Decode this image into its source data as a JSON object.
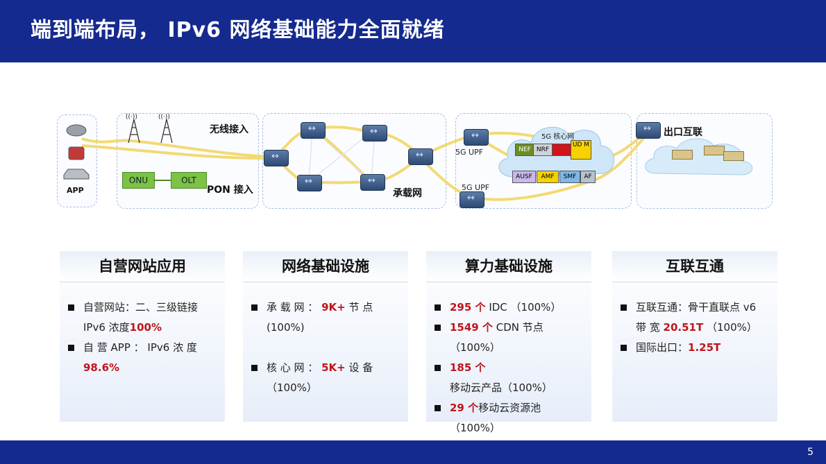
{
  "page": {
    "title": "端到端布局， IPv6 网络基础能力全面就绪",
    "page_number": "5"
  },
  "diagram": {
    "app_label": "APP",
    "wireless_label": "无线接入",
    "pon_label": "PON 接入",
    "onu_label": "ONU",
    "olt_label": "OLT",
    "bearer_label": "承载网",
    "upf_top_label": "5G UPF",
    "upf_bottom_label": "5G UPF",
    "core_label": "5G 核心网",
    "nf": {
      "nef": "NEF",
      "nrf": "NRF",
      "udm": "UD M",
      "ausf": "AUSF",
      "amf": "AMF",
      "smf": "SMF",
      "af": "AF"
    },
    "exit_label": "出口互联"
  },
  "cards": [
    {
      "title": "自营网站应用",
      "bullets": [
        {
          "before": "自营网站：二、三级链接 IPv6 浓度",
          "value": "100%",
          "after": ""
        },
        {
          "before": "自 营 APP ： IPv6 浓 度 ",
          "value": "98.6%",
          "after": ""
        }
      ]
    },
    {
      "title": "网络基础设施",
      "bullets": [
        {
          "before": "承 载 网 ： ",
          "value": "9K+",
          "after": " 节 点 (100%)"
        },
        {
          "before": "核 心 网 ： ",
          "value": "5K+",
          "after": " 设 备 （100%）"
        }
      ]
    },
    {
      "title": "算力基础设施",
      "bullets": [
        {
          "before": "",
          "value": "295 个",
          "after": " IDC （100%）"
        },
        {
          "before": "",
          "value": "1549 个",
          "after": " CDN 节点 （100%）"
        },
        {
          "before": "",
          "value": "185 个",
          "after": "移动云产品（100%）"
        },
        {
          "before": "",
          "value": "29 个",
          "after": "移动云资源池 （100%）"
        }
      ]
    },
    {
      "title": "互联互通",
      "bullets": [
        {
          "before": "互联互通：骨干直联点 v6 带 宽 ",
          "value": "20.51T",
          "after": " （100%）"
        },
        {
          "before": "国际出口：",
          "value": "1.25T",
          "after": ""
        }
      ]
    }
  ],
  "colors": {
    "header": "#152a8e",
    "highlight": "#c0141b",
    "link": "#f2d764"
  }
}
